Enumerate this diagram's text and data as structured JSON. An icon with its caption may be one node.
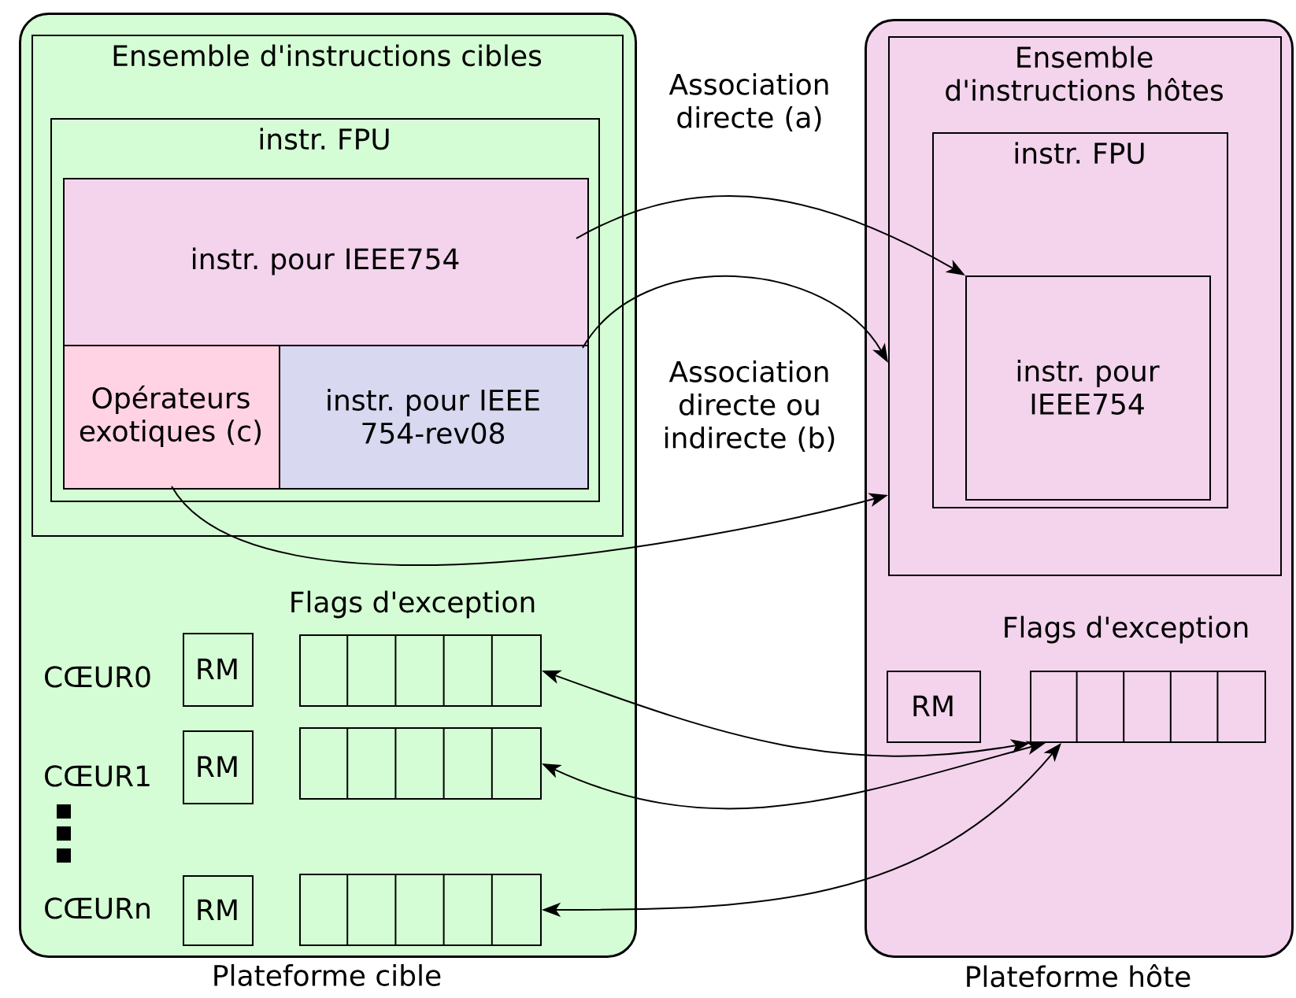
{
  "diagram": {
    "nodes": [
      {
        "text": [
          "Plateforme cible"
        ]
      },
      {
        "text": [
          "Ensemble d'instructions cibles"
        ],
        "in": 0
      },
      {
        "text": [
          "instr. FPU"
        ],
        "in": 1
      },
      {
        "text": [
          "instr. pour IEEE754"
        ],
        "in": 2
      },
      {
        "text": [
          "Opérateurs exotiques (c)"
        ],
        "in": 2
      },
      {
        "text": [
          "instr. pour IEEE 754-rev08"
        ],
        "in": 2
      },
      {
        "text": [
          "RM"
        ],
        "in": 0
      },
      {
        "text": [],
        "shape": "box",
        "in": 0
      },
      {
        "text": [
          "RM"
        ],
        "in": 0
      },
      {
        "text": [],
        "shape": "box",
        "in": 0
      },
      {
        "text": [
          "RM"
        ],
        "in": 0
      },
      {
        "text": [],
        "shape": "box",
        "in": 0
      },
      {
        "text": [
          "Plateforme hôte"
        ]
      },
      {
        "text": [
          "Ensemble d'instructions hôtes"
        ],
        "in": 12
      },
      {
        "text": [
          "instr. FPU"
        ],
        "in": 13
      },
      {
        "text": [
          "instr. pour IEEE754"
        ],
        "in": 14
      },
      {
        "text": [
          "RM"
        ],
        "in": 12
      },
      {
        "text": [],
        "shape": "box",
        "in": 12
      }
    ],
    "edges": [
      {
        "from": 3,
        "to": 15,
        "arrow": "to",
        "label": "Association directe (a)"
      },
      {
        "from": 5,
        "to": 13,
        "arrow": "to",
        "label": "Association directe ou indirecte (b)"
      },
      {
        "from": 4,
        "to": 13,
        "arrow": "to"
      },
      {
        "from": 7,
        "to": 17,
        "arrow": "both"
      },
      {
        "from": 9,
        "to": 17,
        "arrow": "both"
      },
      {
        "from": 11,
        "to": 17,
        "arrow": "both"
      }
    ],
    "labels": [
      "Flags d'exception",
      "CŒUR0",
      "CŒUR1",
      "CŒURn",
      "Flags d'exception"
    ]
  }
}
